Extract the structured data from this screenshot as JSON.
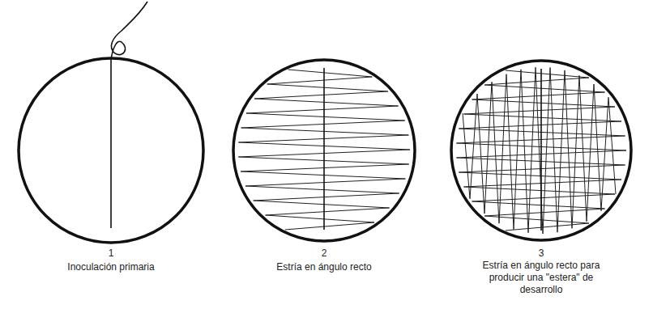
{
  "diagram": {
    "labels": [
      "1",
      "Inoculación primaria",
      "2",
      "Estría en ángulo recto",
      "3",
      "Estría en ángulo recto para producir una \"estera\" de desarrollo"
    ]
  }
}
